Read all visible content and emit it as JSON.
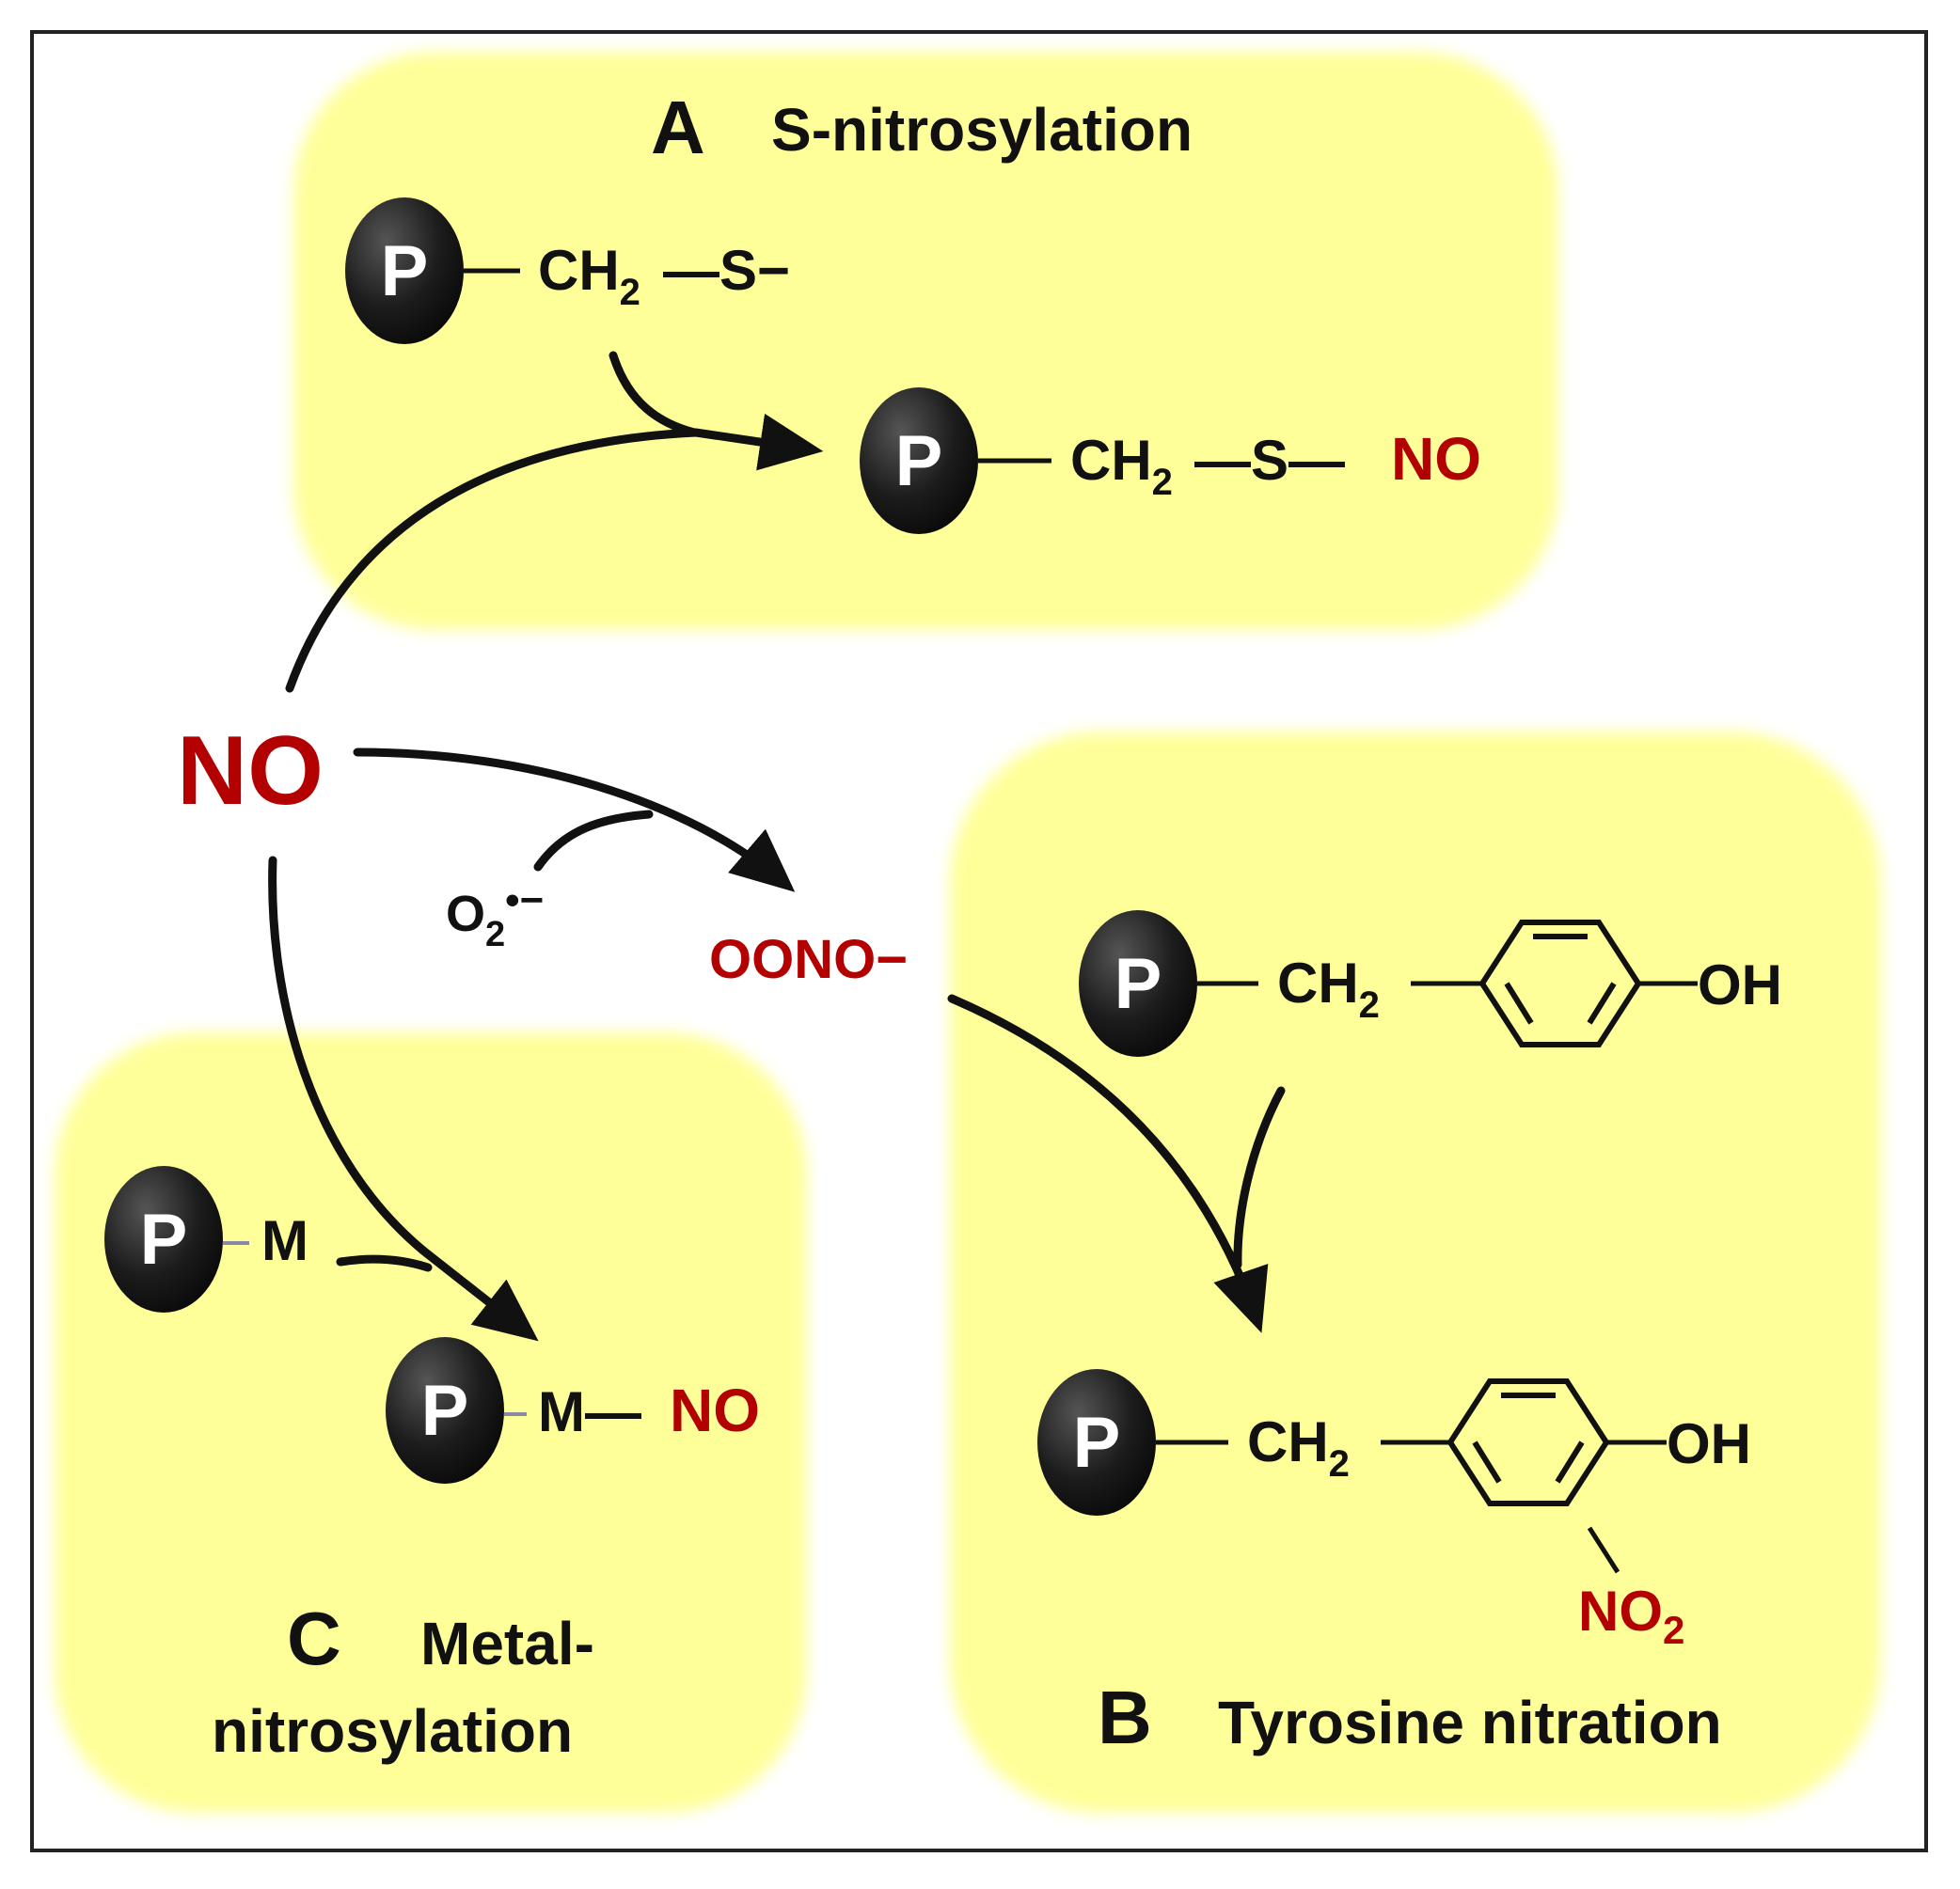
{
  "colors": {
    "panel_fill": "#FFFF9A",
    "accent_red": "#B30000",
    "ink": "#111111",
    "bead_fill": "#222222",
    "frame": "#222222"
  },
  "center": {
    "no_label": "NO",
    "superoxide_base": "O",
    "superoxide_sub": "2",
    "superoxide_sup": "•−",
    "peroxynitrite": "OONO−"
  },
  "panel_a": {
    "letter": "A",
    "title": "S-nitrosylation",
    "reactant": {
      "bead": "P",
      "ch": "CH",
      "sub": "2",
      "tail": "—S−"
    },
    "product": {
      "bead": "P",
      "ch": "CH",
      "sub": "2",
      "tail": "—S—",
      "no": "NO"
    }
  },
  "panel_b": {
    "letter": "B",
    "title": "Tyrosine nitration",
    "reactant": {
      "bead": "P",
      "ch": "CH",
      "sub": "2",
      "oh": "OH"
    },
    "product": {
      "bead": "P",
      "ch": "CH",
      "sub": "2",
      "oh": "OH",
      "no2_base": "NO",
      "no2_sub": "2"
    }
  },
  "panel_c": {
    "letter": "C",
    "title_line1": "Metal-",
    "title_line2": "nitrosylation",
    "reactant": {
      "bead": "P",
      "metal": "M"
    },
    "product": {
      "bead": "P",
      "metal": "M—",
      "no": "NO"
    }
  }
}
